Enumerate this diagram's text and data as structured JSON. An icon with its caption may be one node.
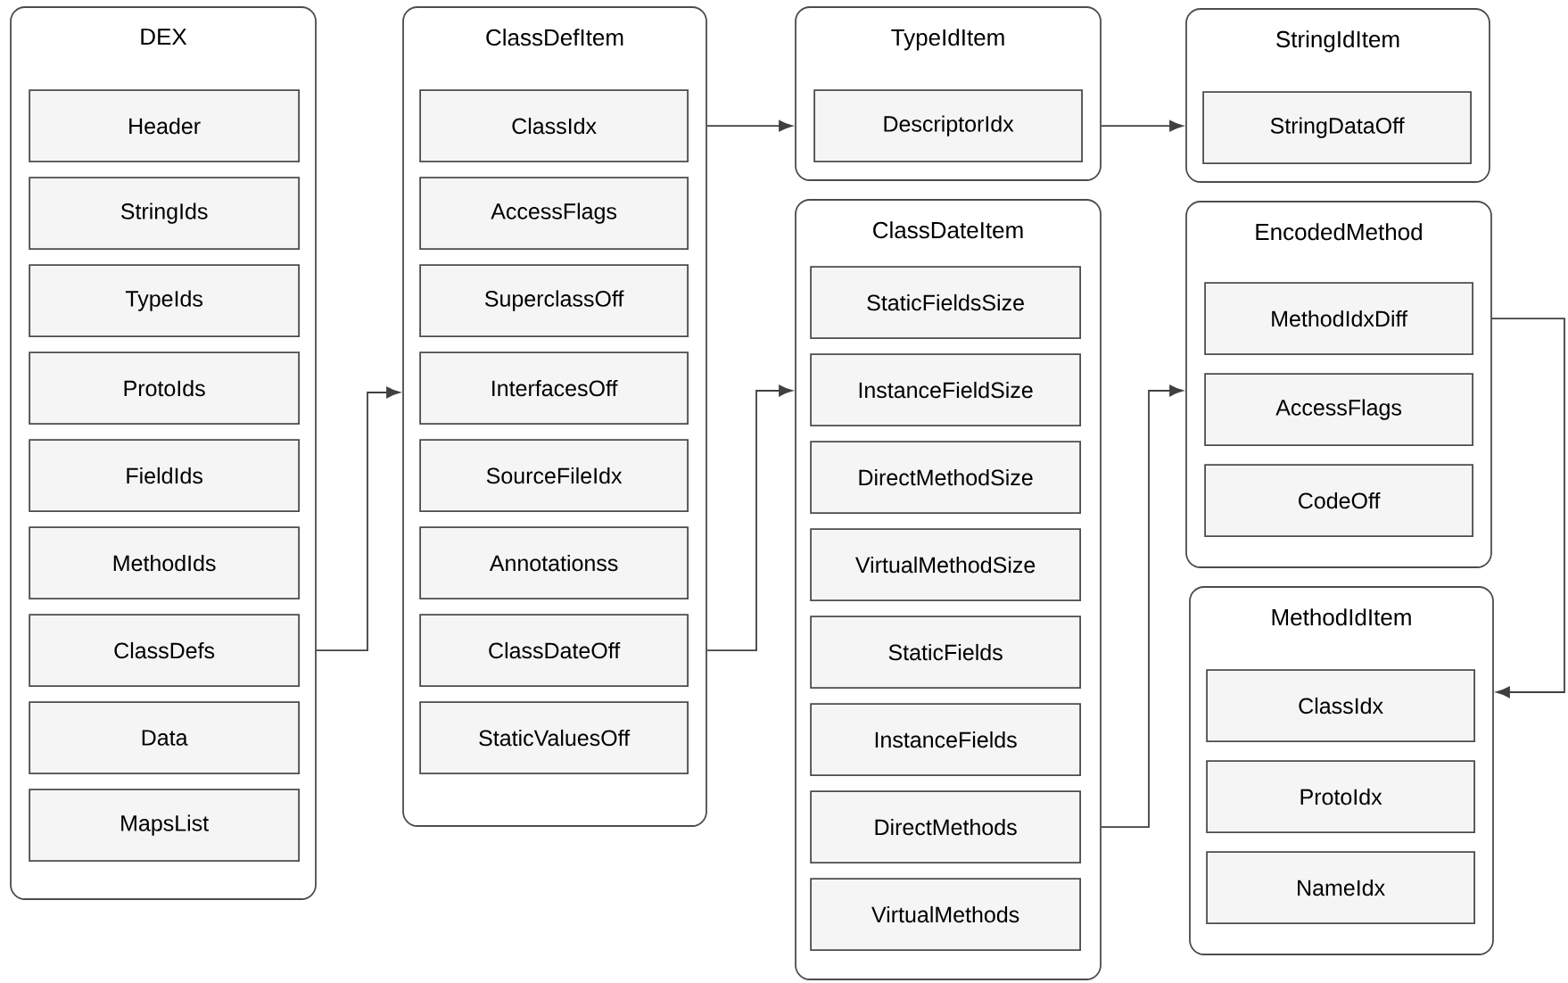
{
  "diagram": {
    "nodes": [
      {
        "text": [
          "DEX"
        ]
      },
      {
        "text": [
          "Header"
        ],
        "in": 0
      },
      {
        "text": [
          "StringIds"
        ],
        "in": 0
      },
      {
        "text": [
          "TypeIds"
        ],
        "in": 0
      },
      {
        "text": [
          "ProtoIds"
        ],
        "in": 0
      },
      {
        "text": [
          "FieldIds"
        ],
        "in": 0
      },
      {
        "text": [
          "MethodIds"
        ],
        "in": 0
      },
      {
        "text": [
          "ClassDefs"
        ],
        "in": 0
      },
      {
        "text": [
          "Data"
        ],
        "in": 0
      },
      {
        "text": [
          "MapsList"
        ],
        "in": 0
      },
      {
        "text": [
          "ClassDefItem"
        ]
      },
      {
        "text": [
          "ClassIdx"
        ],
        "in": 10
      },
      {
        "text": [
          "AccessFlags"
        ],
        "in": 10
      },
      {
        "text": [
          "SuperclassOff"
        ],
        "in": 10
      },
      {
        "text": [
          "InterfacesOff"
        ],
        "in": 10
      },
      {
        "text": [
          "SourceFileIdx"
        ],
        "in": 10
      },
      {
        "text": [
          "Annotationss"
        ],
        "in": 10
      },
      {
        "text": [
          "ClassDateOff"
        ],
        "in": 10
      },
      {
        "text": [
          "StaticValuesOff"
        ],
        "in": 10
      },
      {
        "text": [
          "TypeIdItem"
        ]
      },
      {
        "text": [
          "DescriptorIdx"
        ],
        "in": 19
      },
      {
        "text": [
          "StringIdItem"
        ]
      },
      {
        "text": [
          "StringDataOff"
        ],
        "in": 21
      },
      {
        "text": [
          "ClassDateItem"
        ]
      },
      {
        "text": [
          "StaticFieldsSize"
        ],
        "in": 23
      },
      {
        "text": [
          "InstanceFieldSize"
        ],
        "in": 23
      },
      {
        "text": [
          "DirectMethodSize"
        ],
        "in": 23
      },
      {
        "text": [
          "VirtualMethodSize"
        ],
        "in": 23
      },
      {
        "text": [
          "StaticFields"
        ],
        "in": 23
      },
      {
        "text": [
          "InstanceFields"
        ],
        "in": 23
      },
      {
        "text": [
          "DirectMethods"
        ],
        "in": 23
      },
      {
        "text": [
          "VirtualMethods"
        ],
        "in": 23
      },
      {
        "text": [
          "EncodedMethod"
        ]
      },
      {
        "text": [
          "MethodIdxDiff"
        ],
        "in": 32
      },
      {
        "text": [
          "AccessFlags"
        ],
        "in": 32
      },
      {
        "text": [
          "CodeOff"
        ],
        "in": 32
      },
      {
        "text": [
          "MethodIdItem"
        ]
      },
      {
        "text": [
          "ClassIdx"
        ],
        "in": 36
      },
      {
        "text": [
          "ProtoIdx"
        ],
        "in": 36
      },
      {
        "text": [
          "NameIdx"
        ],
        "in": 36
      }
    ],
    "edges": [
      {
        "from": 7,
        "to": 10,
        "arrow": "to"
      },
      {
        "from": 11,
        "to": 19,
        "arrow": "to"
      },
      {
        "from": 20,
        "to": 21,
        "arrow": "to"
      },
      {
        "from": 17,
        "to": 23,
        "arrow": "to"
      },
      {
        "from": 30,
        "to": 32,
        "arrow": "to"
      },
      {
        "from": 33,
        "to": 36,
        "arrow": "to"
      }
    ]
  }
}
